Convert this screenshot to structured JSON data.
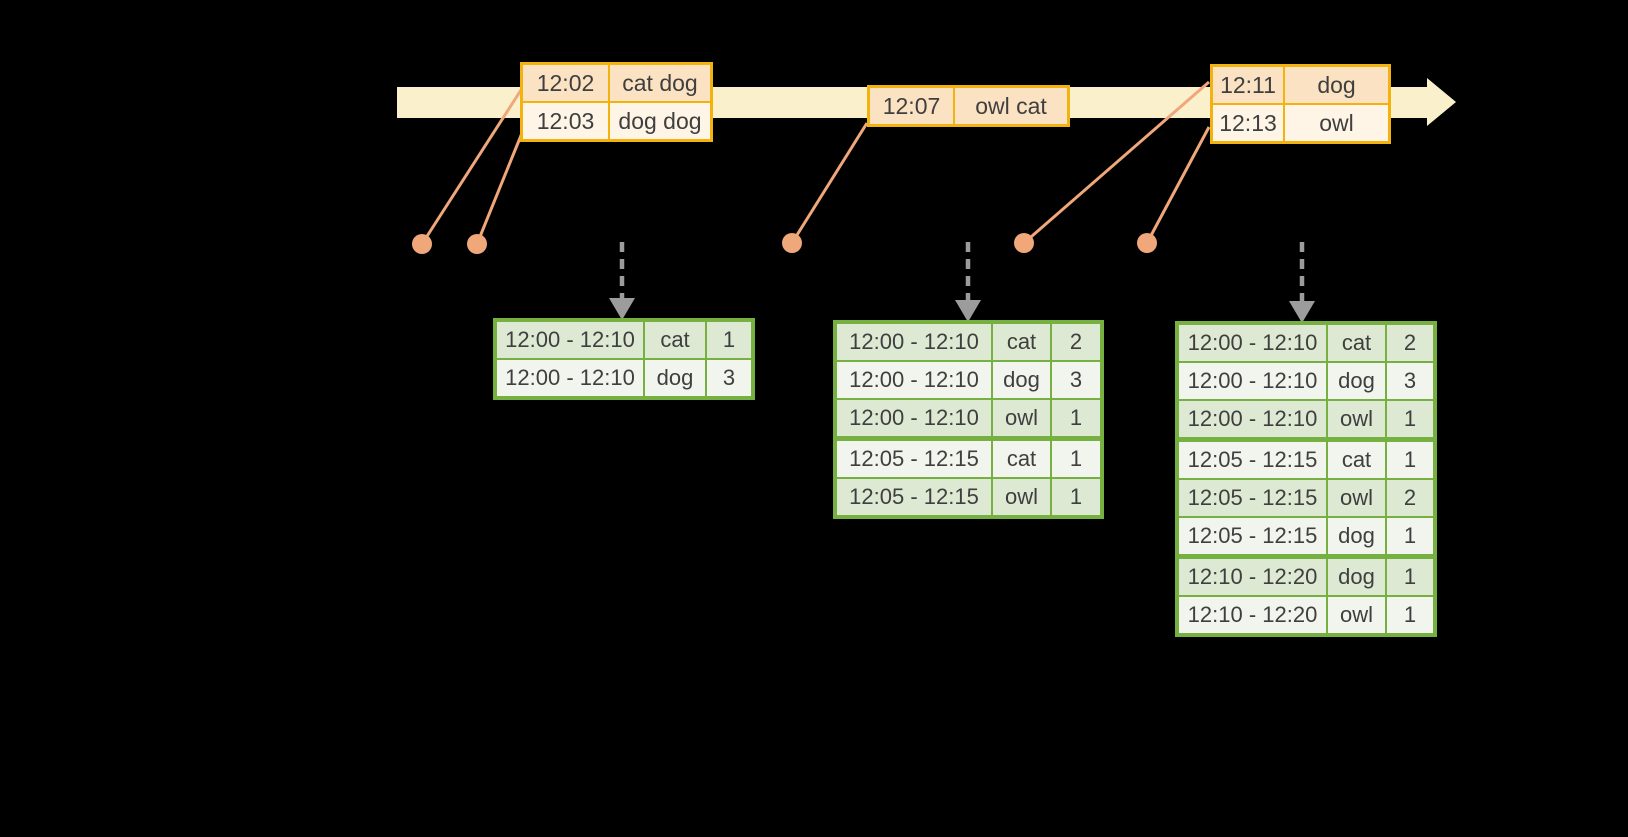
{
  "colors": {
    "background": "#000000",
    "timeline_band": "#FBF0CC",
    "event_table_border": "#F2B30E",
    "event_row_dark": "#FAE2C2",
    "event_row_light": "#FEF5E6",
    "dot_and_line": "#F0A779",
    "result_table_border": "#76B041",
    "result_row_dark": "#DEE9D4",
    "result_row_light": "#F1F5ED",
    "trigger_arrow": "#9C9C9C",
    "text": "#3F3F3F"
  },
  "event_tables": [
    {
      "rows": [
        {
          "time": "12:02",
          "words": "cat dog"
        },
        {
          "time": "12:03",
          "words": "dog dog"
        }
      ]
    },
    {
      "rows": [
        {
          "time": "12:07",
          "words": "owl cat"
        }
      ]
    },
    {
      "rows": [
        {
          "time": "12:11",
          "words": "dog"
        },
        {
          "time": "12:13",
          "words": "owl"
        }
      ]
    }
  ],
  "result_tables": [
    {
      "rows": [
        {
          "window": "12:00 - 12:10",
          "word": "cat",
          "count": "1"
        },
        {
          "window": "12:00 - 12:10",
          "word": "dog",
          "count": "3"
        }
      ]
    },
    {
      "rows": [
        {
          "window": "12:00 - 12:10",
          "word": "cat",
          "count": "2"
        },
        {
          "window": "12:00 - 12:10",
          "word": "dog",
          "count": "3"
        },
        {
          "window": "12:00 - 12:10",
          "word": "owl",
          "count": "1"
        },
        {
          "window": "12:05 - 12:15",
          "word": "cat",
          "count": "1"
        },
        {
          "window": "12:05 - 12:15",
          "word": "owl",
          "count": "1"
        }
      ]
    },
    {
      "rows": [
        {
          "window": "12:00 - 12:10",
          "word": "cat",
          "count": "2"
        },
        {
          "window": "12:00 - 12:10",
          "word": "dog",
          "count": "3"
        },
        {
          "window": "12:00 - 12:10",
          "word": "owl",
          "count": "1"
        },
        {
          "window": "12:05 - 12:15",
          "word": "cat",
          "count": "1"
        },
        {
          "window": "12:05 - 12:15",
          "word": "owl",
          "count": "2"
        },
        {
          "window": "12:05 - 12:15",
          "word": "dog",
          "count": "1"
        },
        {
          "window": "12:10 - 12:20",
          "word": "dog",
          "count": "1"
        },
        {
          "window": "12:10 - 12:20",
          "word": "owl",
          "count": "1"
        }
      ]
    }
  ]
}
